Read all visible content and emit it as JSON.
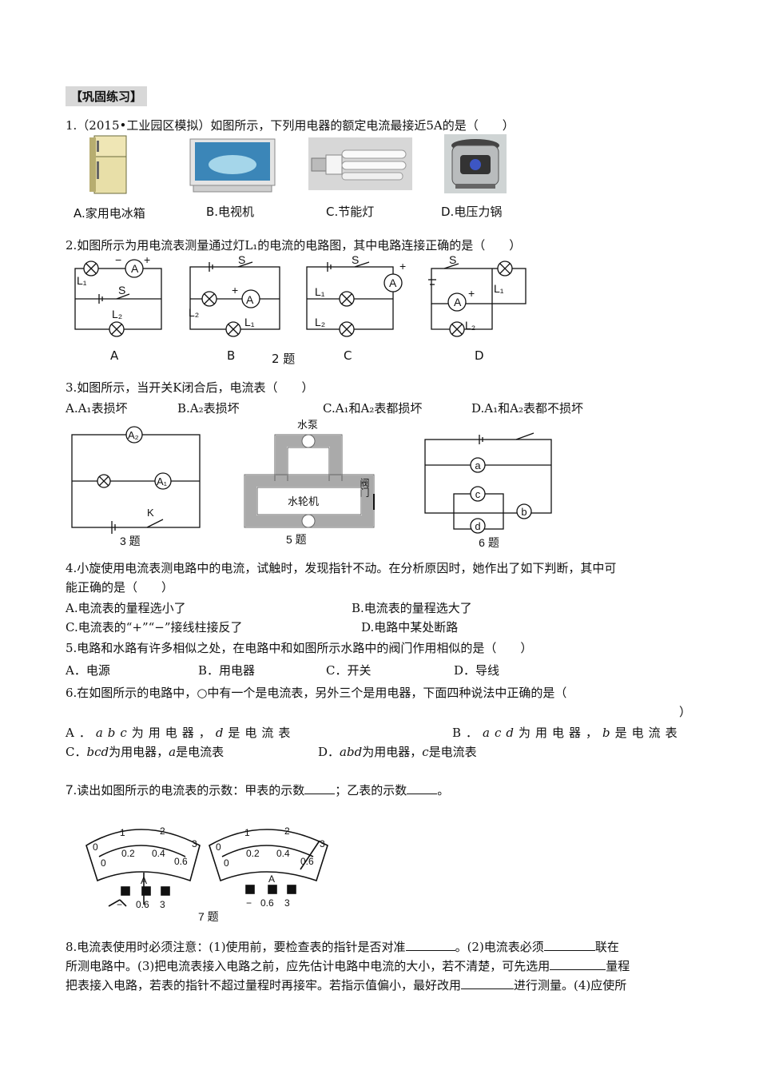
{
  "section_title": "【巩固练习】",
  "q1": {
    "stem": "1.（2015•工业园区模拟）如图所示，下列用电器的额定电流最接近5A的是（　　）",
    "captions": [
      "A.家用电冰箱",
      "B.电视机",
      "C.节能灯",
      "D.电压力锅"
    ]
  },
  "q2": {
    "stem": "2.如图所示为用电流表测量通过灯L₁的电流的电路图，其中电路连接正确的是（　　）",
    "labels": [
      "A",
      "B",
      "C",
      "D"
    ],
    "figure_caption": "2 题",
    "symbols": {
      "ammeter": "A",
      "switch": "S",
      "l1": "L₁",
      "l2": "L₂",
      "plus": "+",
      "minus": "−"
    }
  },
  "q3": {
    "stem": "3.如图所示，当开关K闭合后，电流表（　　）",
    "options": [
      "A.A₁表损坏",
      "B.A₂表损坏",
      "C.A₁和A₂表都损坏",
      "D.A₁和A₂表都不损坏"
    ],
    "fig3": {
      "caption": "3 题",
      "a1": "A₁",
      "a2": "A₂",
      "k": "K"
    },
    "fig5": {
      "caption": "5 题",
      "pump": "水泵",
      "turbine": "水轮机",
      "valve": "阀门"
    },
    "fig6": {
      "caption": "6 题",
      "a": "a",
      "b": "b",
      "c": "c",
      "d": "d"
    }
  },
  "q4": {
    "stem_line1": "4.小旋使用电流表测电路中的电流，试触时，发现指针不动。在分析原因时，她作出了如下判断，其中可",
    "stem_line2": "能正确的是（　　）",
    "options": [
      "A.电流表的量程选小了",
      "B.电流表的量程选大了",
      "C.电流表的“+”“−”接线柱接反了",
      "D.电路中某处断路"
    ]
  },
  "q5": {
    "stem": "5.电路和水路有许多相似之处，在电路中和如图所示水路中的阀门作用相似的是（　　）",
    "options": [
      "A．电源",
      "B．用电器",
      "C．开关",
      "D．导线"
    ]
  },
  "q6": {
    "stem": "6.在如图所示的电路中，○中有一个是电流表，另外三个是用电器，下面四种说法中正确的是（",
    "paren_close": "）",
    "optA": {
      "pre": "A．",
      "it1": "abc",
      "mid": "为用电器，",
      "it2": "d",
      "post": "是电流表"
    },
    "optB": {
      "pre": "B．",
      "it1": "acd",
      "mid": "为用电器，",
      "it2": "b",
      "post": "是电流表"
    },
    "optC": {
      "pre": "C．",
      "it1": "bcd",
      "mid": "为用电器，",
      "it2": "a",
      "post": "是电流表"
    },
    "optD": {
      "pre": "D．",
      "it1": "abd",
      "mid": "为用电器，",
      "it2": "c",
      "post": "是电流表"
    }
  },
  "q7": {
    "num": "7.",
    "stem_a": "读出如图所示的电流表的示数：甲表的示数",
    "stem_b": "；乙表的示数",
    "stem_c": "。",
    "caption": "7 题",
    "scale_top": [
      "0",
      "1",
      "2",
      "3"
    ],
    "scale_bottom": [
      "0",
      "0.2",
      "0.4",
      "0.6"
    ],
    "unit": "A",
    "terminals": [
      "−",
      "0.6",
      "3"
    ]
  },
  "q8": {
    "line1_a": "8.电流表使用时必须注意：(1)使用前，要检查表的指针是否对准",
    "line1_b": "。(2)电流表必须",
    "line1_c": "联在",
    "line2_a": "所测电路中。(3)把电流表接入电路之前，应先估计电路中电流的大小，若不清楚，可先选用",
    "line2_b": "量程",
    "line3_a": "把表接入电路，若表的指针不超过量程时再接牢。若指示值偏小，最好改用",
    "line3_b": "进行测量。(4)应使所"
  }
}
